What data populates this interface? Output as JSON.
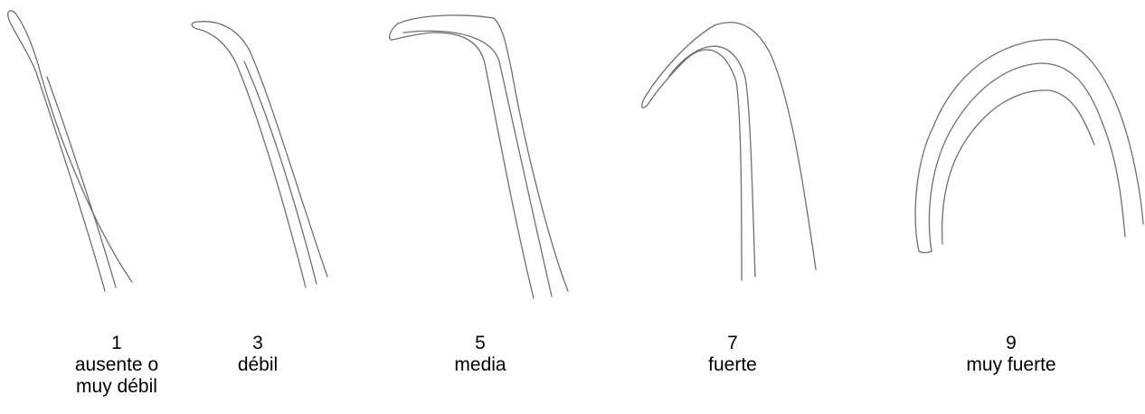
{
  "scale": [
    {
      "grade": "1",
      "label": "ausente o\nmuy débil"
    },
    {
      "grade": "3",
      "label": "débil"
    },
    {
      "grade": "5",
      "label": "media"
    },
    {
      "grade": "7",
      "label": "fuerte"
    },
    {
      "grade": "9",
      "label": "muy fuerte"
    }
  ],
  "colors": {
    "stroke": "#6f6f6f",
    "text": "#000000",
    "background": "#ffffff"
  }
}
